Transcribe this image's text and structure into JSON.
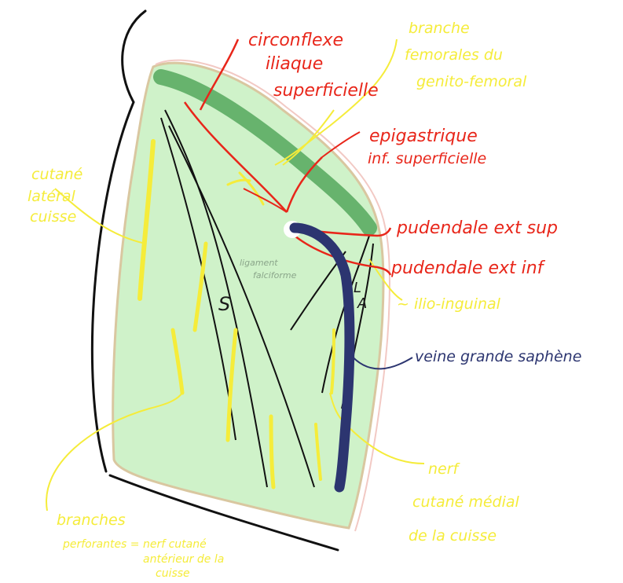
{
  "labels": {
    "circonflexe": [
      "circonflexe",
      "iliaque",
      "superficielle"
    ],
    "branche_femorale": [
      "branche",
      "femorales du",
      "genito-femoral"
    ],
    "epigastrique": [
      "epigastrique",
      "inf. superficielle"
    ],
    "cutane_lateral": [
      "cutané",
      "latéral",
      "cuisse"
    ],
    "ligament": [
      "ligament",
      "falciforme"
    ],
    "pudendale_sup": "pudendale ext sup",
    "pudendale_inf": "pudendale ext inf",
    "ilio_inguinal": "~ ilio-inguinal",
    "veine": "veine grande saphène",
    "nerf": [
      "nerf",
      "cutané médial",
      "de la cuisse"
    ],
    "branches_perforantes": [
      "branches",
      "perforantes = nerf cutané",
      "antérieur de la",
      "cuisse"
    ],
    "s": "S",
    "l": "L",
    "a": "A"
  },
  "colors": {
    "thigh_fill": "#cff2c9",
    "inguinal_band": "#67b36d",
    "artery": "#e8261a",
    "nerve": "#f5ec3a",
    "vein": "#2c3570",
    "outline": "#111111"
  }
}
